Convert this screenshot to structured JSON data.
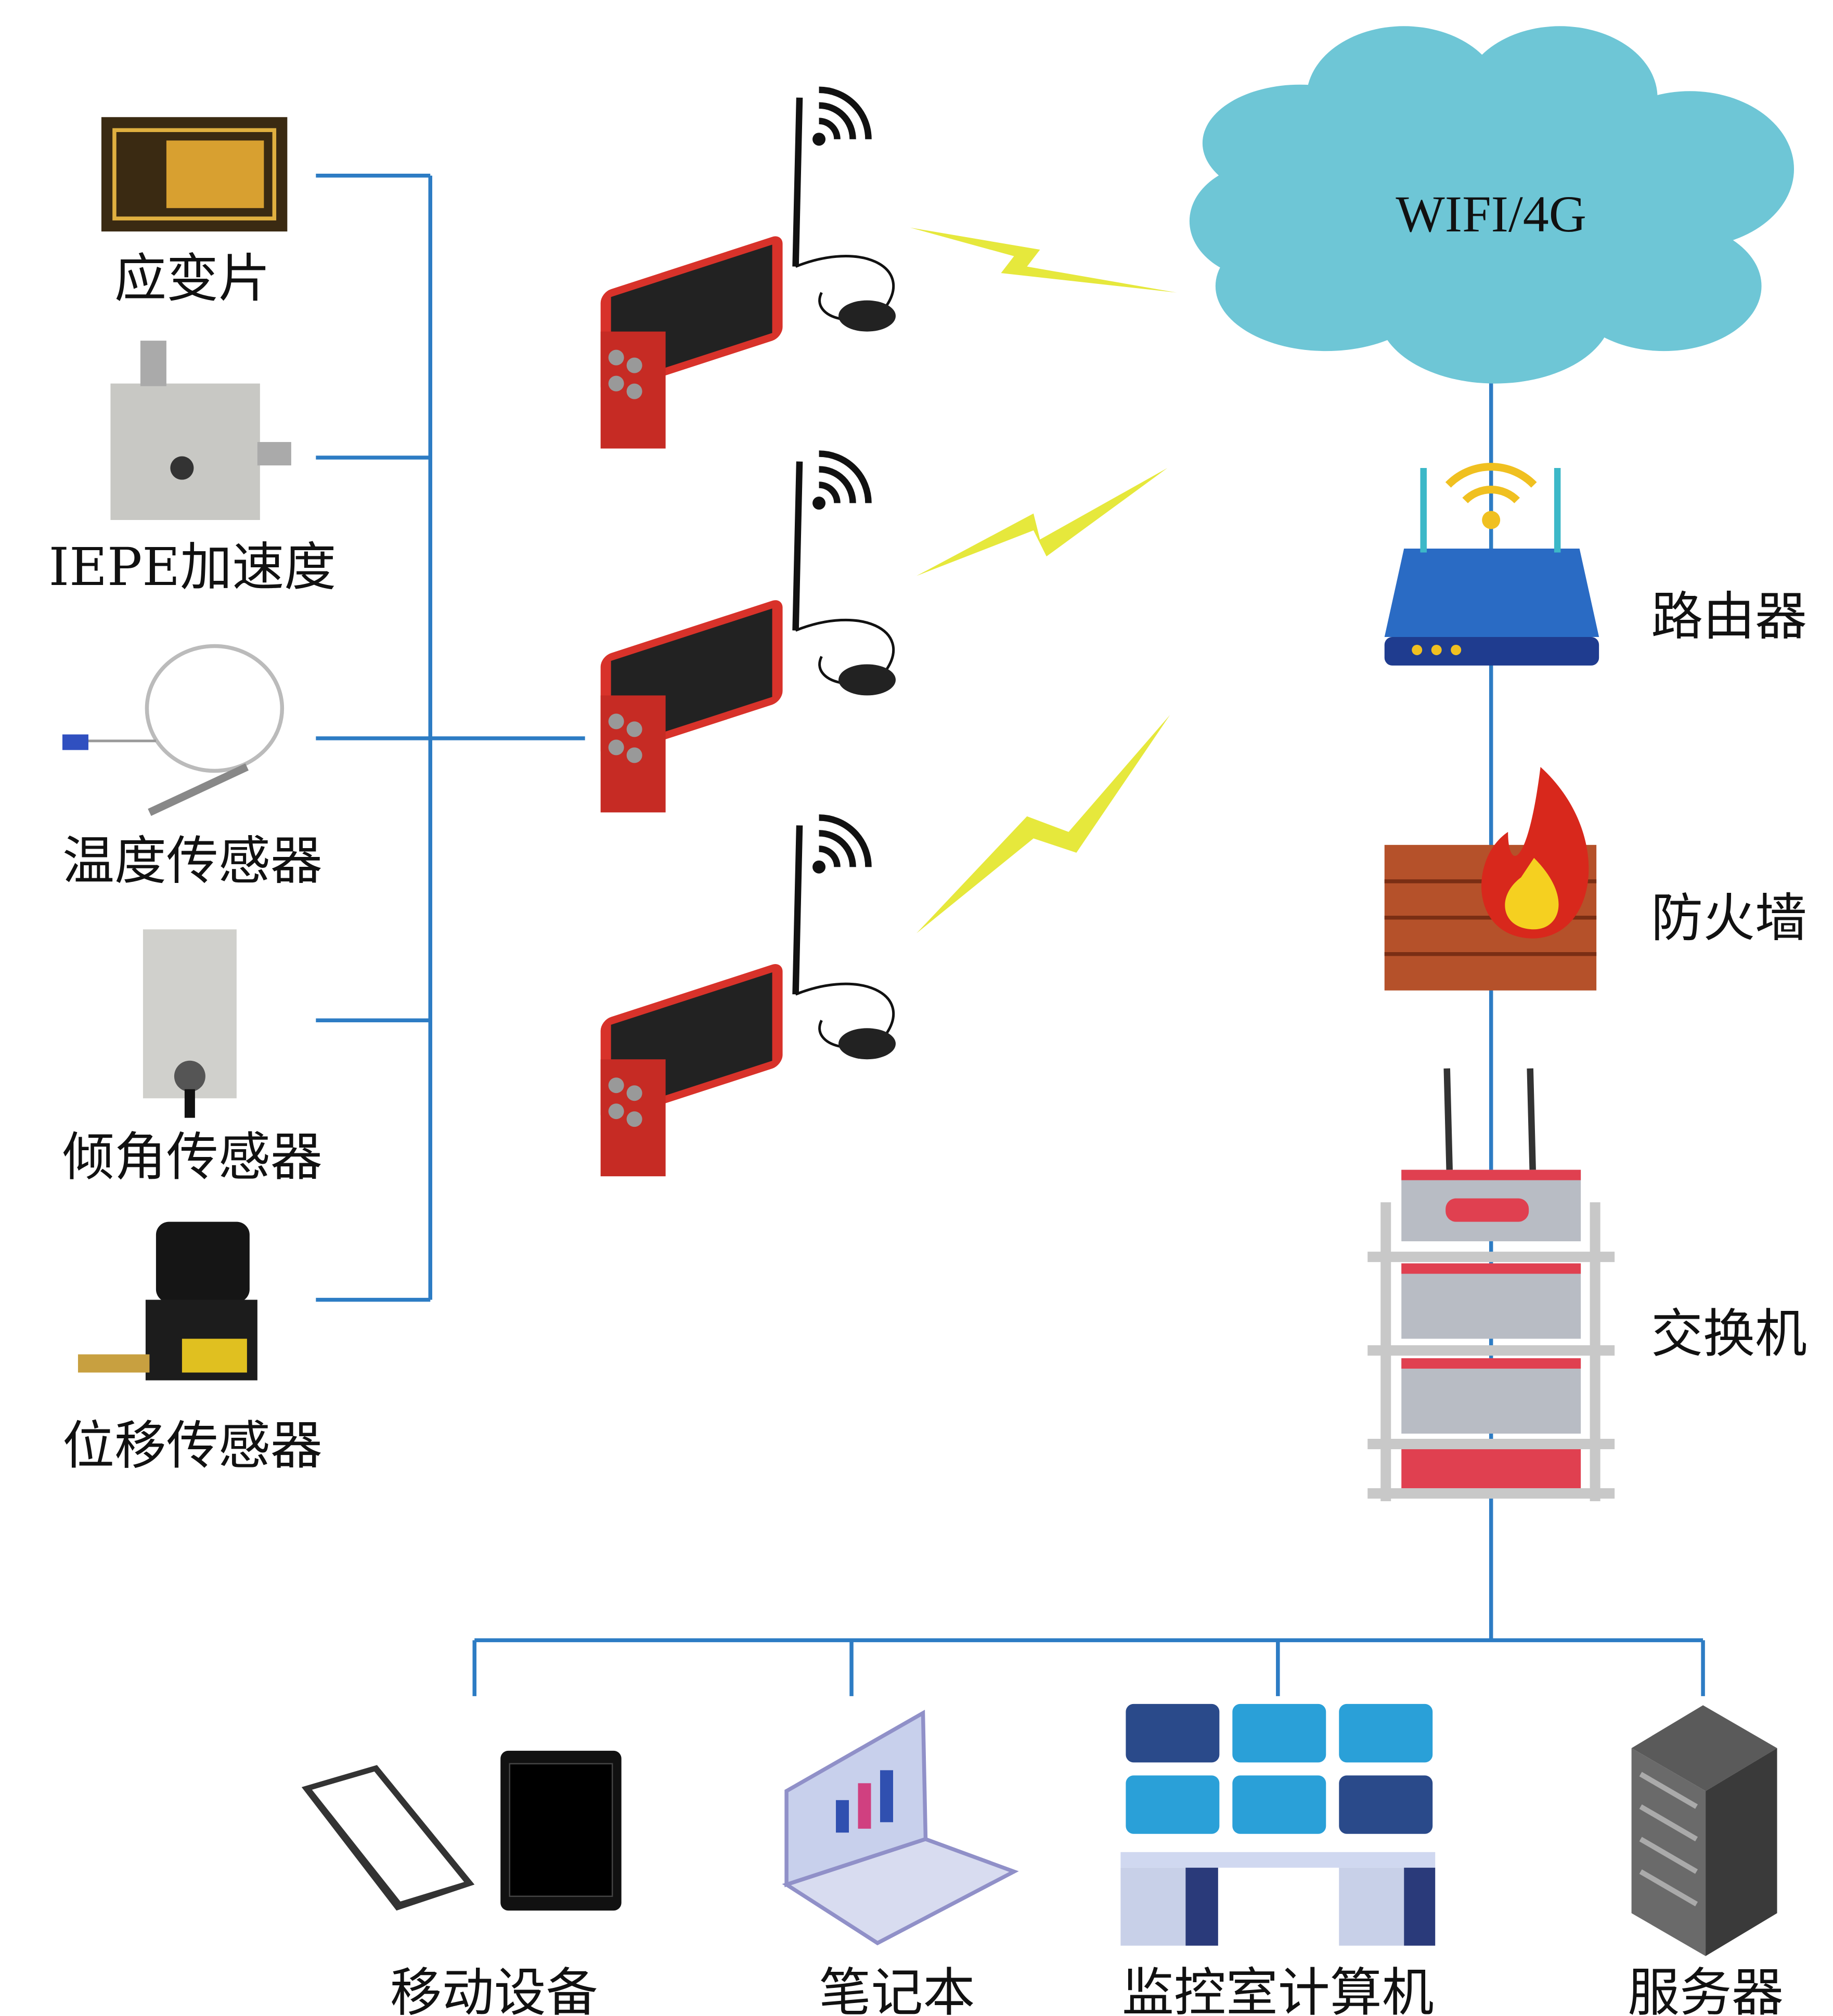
{
  "sensors": [
    {
      "label": "应变片",
      "icon": "strain-gauge"
    },
    {
      "label": "IEPE加速度",
      "icon": "accelerometer"
    },
    {
      "label": "温度传感器",
      "icon": "temperature-sensor"
    },
    {
      "label": "倾角传感器",
      "icon": "inclinometer"
    },
    {
      "label": "位移传感器",
      "icon": "displacement-sensor"
    }
  ],
  "network": {
    "cloud_label": "WIFI/4G",
    "router_label": "路由器",
    "firewall_label": "防火墙",
    "switch_label": "交换机"
  },
  "endpoints": [
    {
      "label": "移动设备",
      "icon": "phone-tablet"
    },
    {
      "label": "笔记本",
      "icon": "laptop"
    },
    {
      "label": "监控室计算机",
      "icon": "monitoring-room"
    },
    {
      "label": "服务器",
      "icon": "server-rack"
    }
  ],
  "colors": {
    "wire": "#2d7cc4",
    "cloud": "#6ec6d6",
    "signal": "#e6e83c",
    "device": "#d8322a"
  }
}
